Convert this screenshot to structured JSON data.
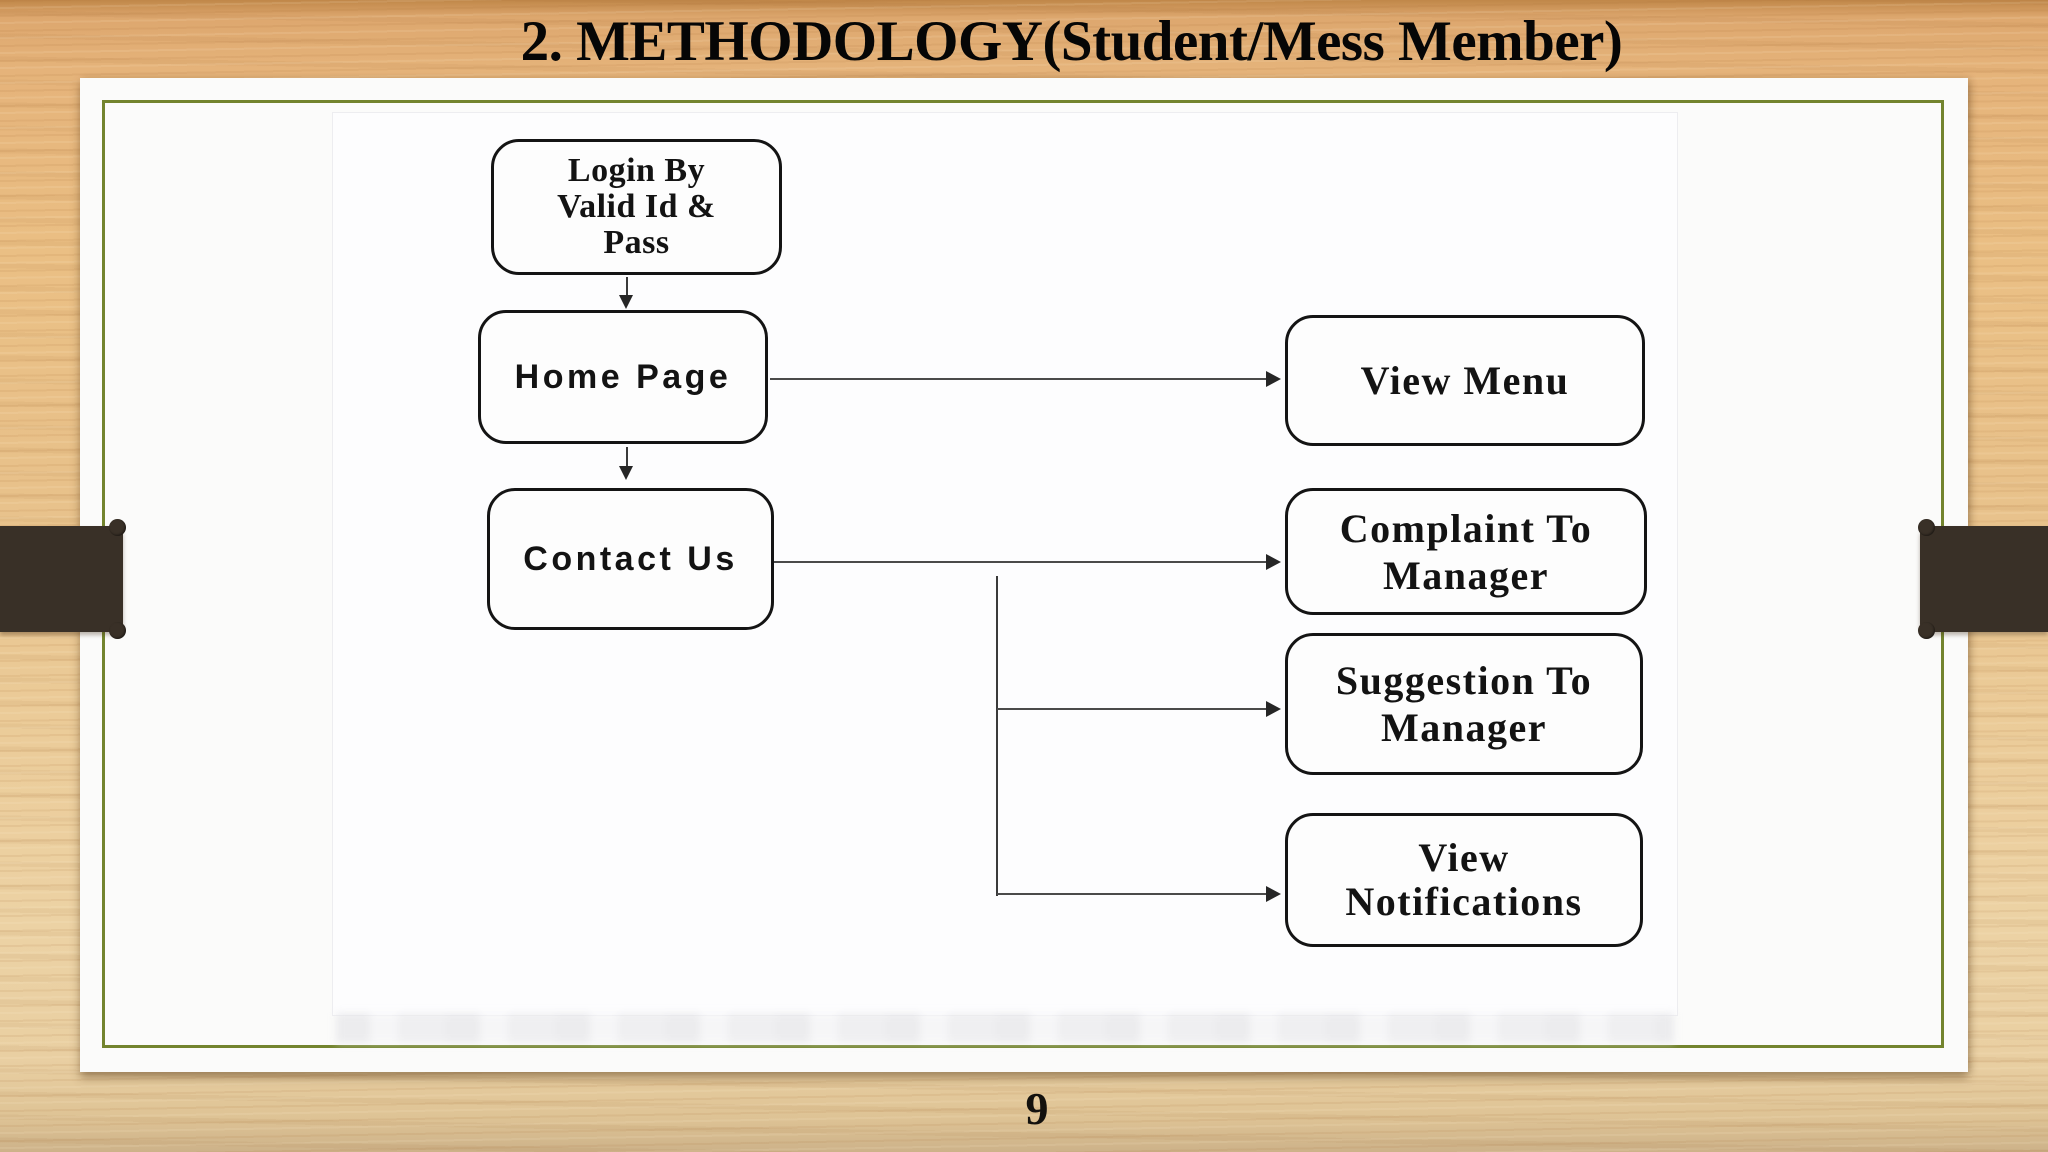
{
  "slide": {
    "title": "2. METHODOLOGY(Student/Mess Member)",
    "page_number": "9"
  },
  "colors": {
    "wood_light": "#ecd2a4",
    "wood_dark": "#c08749",
    "slide_background": "#fbfbfa",
    "inner_border_olive": "#73842e",
    "ribbon_brown": "#393027",
    "connector_line": "#3a3a3a",
    "text_black": "#131313"
  },
  "diagram": {
    "nodes": [
      {
        "id": "login",
        "label": "Login By Valid Id & Pass"
      },
      {
        "id": "home",
        "label": "Home Page"
      },
      {
        "id": "contact",
        "label": "Contact Us"
      },
      {
        "id": "view_menu",
        "label": "View Menu"
      },
      {
        "id": "complaint",
        "label": "Complaint To Manager"
      },
      {
        "id": "suggestion",
        "label": "Suggestion To Manager"
      },
      {
        "id": "notifications",
        "label": "View Notifications"
      }
    ],
    "edges": [
      {
        "from": "login",
        "to": "home"
      },
      {
        "from": "home",
        "to": "contact"
      },
      {
        "from": "home",
        "to": "view_menu"
      },
      {
        "from": "contact",
        "to": "complaint"
      },
      {
        "from": "contact",
        "to": "suggestion"
      },
      {
        "from": "contact",
        "to": "notifications"
      }
    ]
  }
}
